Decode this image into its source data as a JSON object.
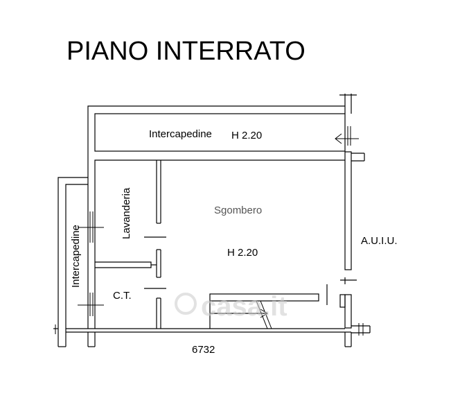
{
  "title": "PIANO INTERRATO",
  "rooms": {
    "intercapedine_top": "Intercapedine",
    "intercapedine_top_height": "H 2.20",
    "lavanderia": "Lavanderia",
    "sgombero": "Sgombero",
    "sgombero_height": "H 2.20",
    "intercapedine_left": "Intercapedine",
    "ct": "C.T."
  },
  "neighbor": "A.U.I.U.",
  "dimension": "6732",
  "watermark": "casa.it"
}
